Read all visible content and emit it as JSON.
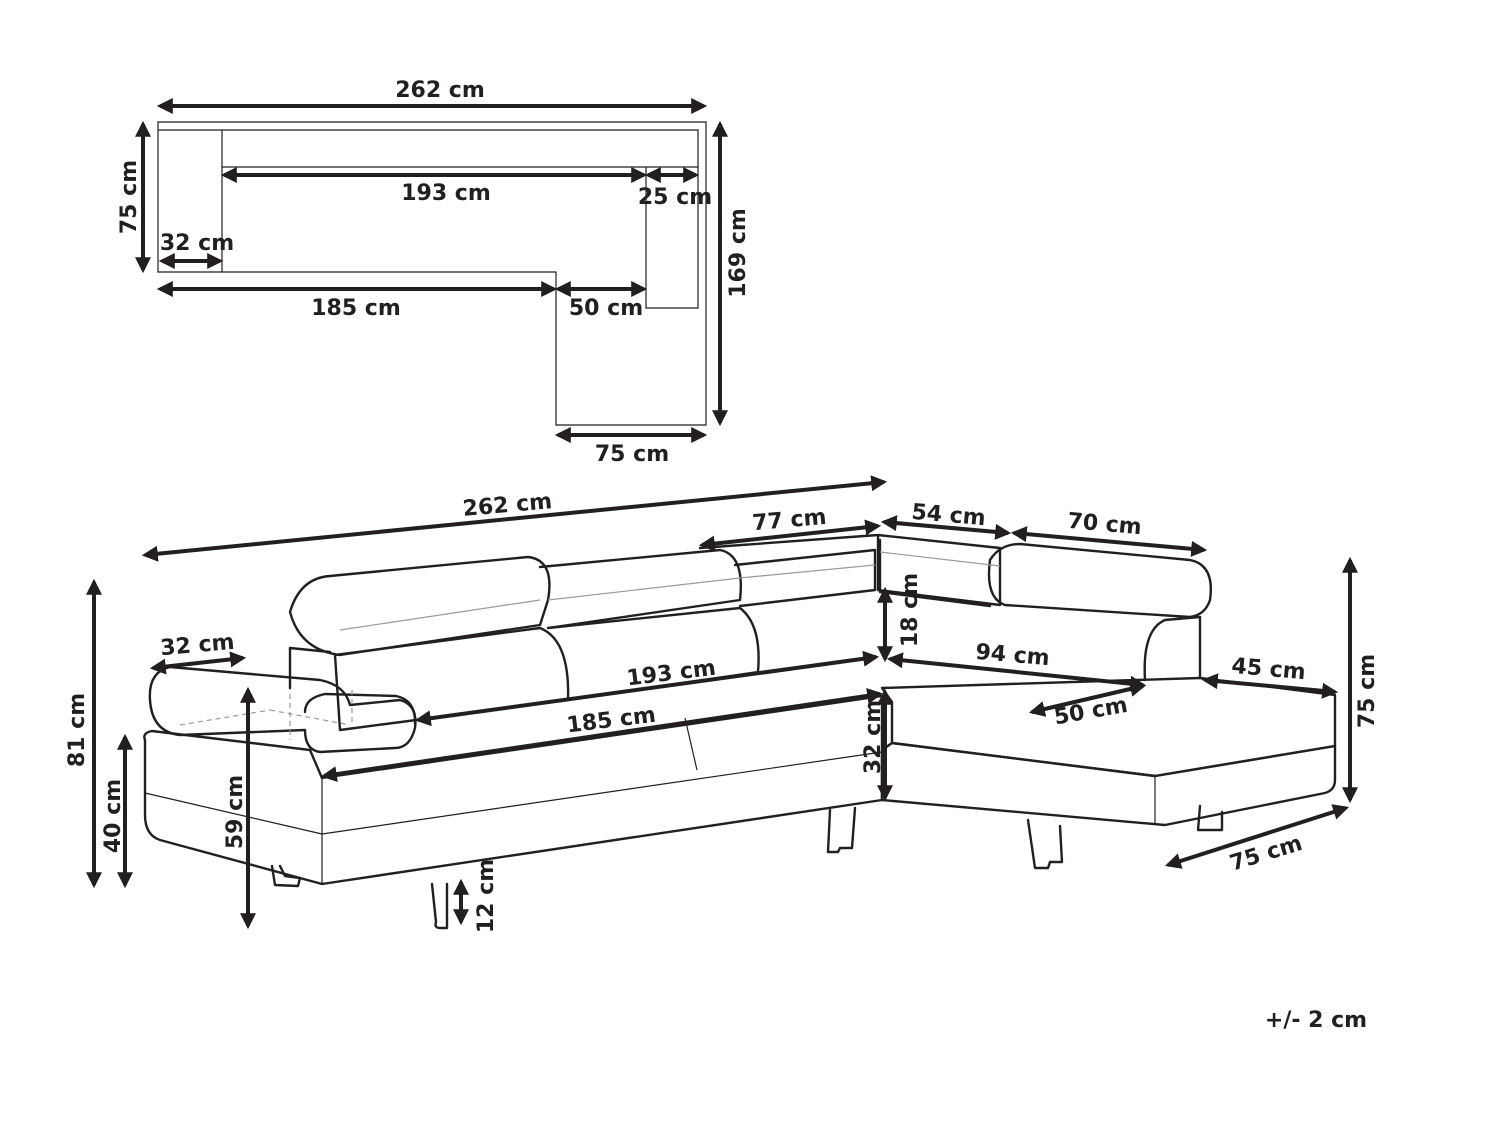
{
  "top_view": {
    "overall_width": "262 cm",
    "seat_length": "193 cm",
    "back_depth": "25 cm",
    "depth": "75 cm",
    "armrest_width": "32 cm",
    "total_depth": "169 cm",
    "front_length": "185 cm",
    "chaise_gap": "50 cm",
    "chaise_width": "75 cm"
  },
  "perspective_view": {
    "overall_width": "262 cm",
    "headrest_a": "77 cm",
    "headrest_b": "54 cm",
    "headrest_c": "70 cm",
    "armrest_width": "32 cm",
    "seat_length": "193 cm",
    "front_length": "185 cm",
    "headrest_height": "18 cm",
    "chaise_length": "94 cm",
    "chaise_inner": "50 cm",
    "chaise_arm": "45 cm",
    "seat_height": "32 cm",
    "total_height": "81 cm",
    "seat_floor_height": "40 cm",
    "back_height": "59 cm",
    "leg_height": "12 cm",
    "chaise_height": "75 cm",
    "chaise_depth": "75 cm"
  },
  "tolerance": "+/- 2 cm"
}
